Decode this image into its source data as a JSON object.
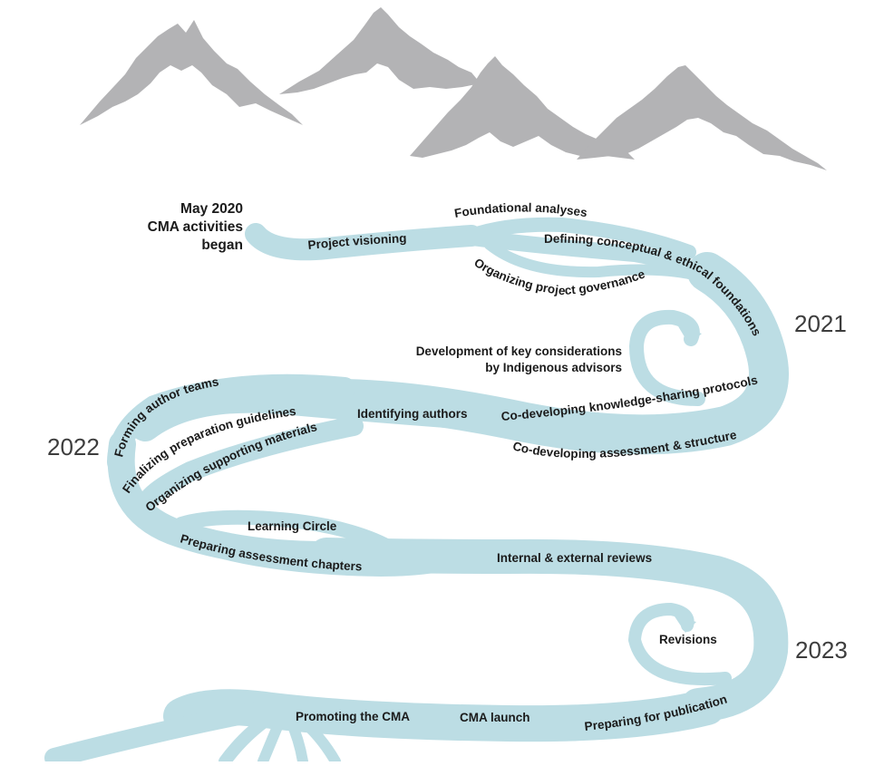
{
  "intro": {
    "line1": "May 2020",
    "line2": "CMA activities",
    "line3": "began"
  },
  "years": {
    "y2021": "2021",
    "y2022": "2022",
    "y2023": "2023"
  },
  "steps": {
    "project_visioning": "Project visioning",
    "foundational_analyses": "Foundational analyses",
    "defining_foundations": "Defining conceptual & ethical foundations",
    "organizing_governance": "Organizing project governance",
    "key_considerations_1": "Development of key considerations",
    "key_considerations_2": "by Indigenous advisors",
    "forming_author_teams": "Forming author teams",
    "finalizing_guidelines": "Finalizing preparation guidelines",
    "organizing_materials": "Organizing supporting materials",
    "identifying_authors": "Identifying authors",
    "codeveloping_protocols": "Co-developing knowledge-sharing protocols",
    "codeveloping_structure": "Co-developing assessment & structure",
    "learning_circle": "Learning Circle",
    "preparing_chapters": "Preparing assessment chapters",
    "internal_external_reviews": "Internal & external reviews",
    "revisions": "Revisions",
    "promoting_cma": "Promoting the CMA",
    "cma_launch": "CMA launch",
    "preparing_publication": "Preparing for publication"
  },
  "colors": {
    "river": "#bcdde4",
    "mountains": "#b3b3b5",
    "text": "#1b1b1b",
    "year_text": "#3d3d3d"
  }
}
